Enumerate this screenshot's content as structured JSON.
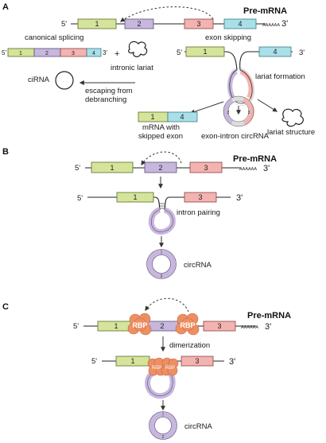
{
  "panels": {
    "a": "A",
    "b": "B",
    "c": "C"
  },
  "title": "Pre-mRNA",
  "ends": {
    "five": "5'",
    "three": "3'"
  },
  "polyA": "AAAAAA",
  "exons": {
    "e1": "1",
    "e2": "2",
    "e3": "3",
    "e4": "4"
  },
  "panel_a": {
    "canonical": "canonical splicing",
    "exon_skipping": "exon skipping",
    "plus": "+",
    "intronic_lariat": "intronic lariat",
    "cirna": "ciRNA",
    "escaping_1": "escaping from",
    "escaping_2": "debranching",
    "lariat_formation": "lariat formation",
    "mrna_1": "mRNA with",
    "mrna_2": "skipped exon",
    "circ": "exon-intron circRNA",
    "lariat_structure": "lariat structure"
  },
  "panel_b": {
    "intron_pairing": "intron pairing",
    "circ": "circRNA"
  },
  "panel_c": {
    "rbp": "RBP",
    "dimerization": "dimerization",
    "circ": "circRNA"
  },
  "colors": {
    "exon1": "#d4e49a",
    "exon2": "#c7b7dd",
    "exon3": "#f3b3b0",
    "exon4": "#a9dfe8",
    "rbp": "#ee8f63"
  }
}
